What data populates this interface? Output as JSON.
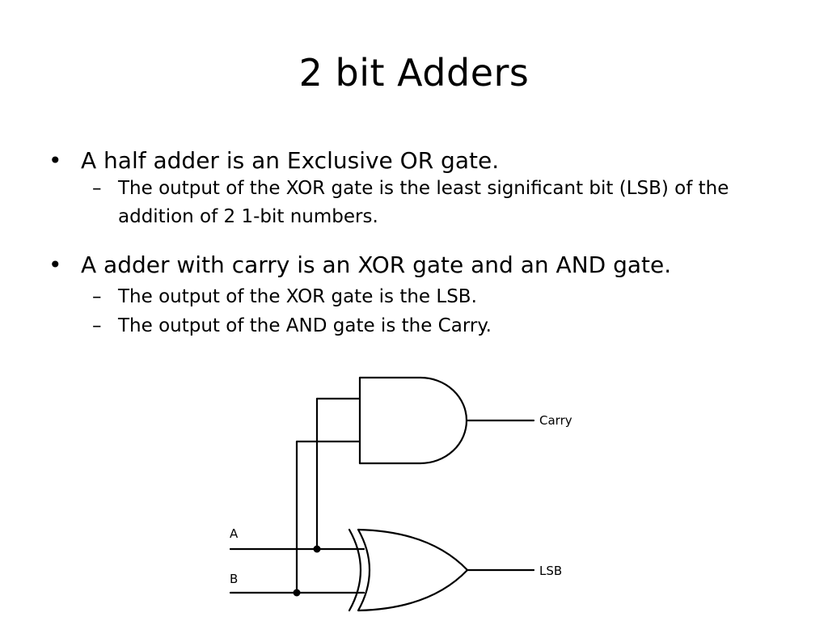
{
  "slide": {
    "title": "2 bit Adders",
    "bullet_mark": "•",
    "dash_mark": "–",
    "bullets": [
      {
        "text": "A half adder is an Exclusive OR gate.",
        "subs": [
          "The output of the XOR gate is the least significant bit (LSB) of the addition of 2 1-bit numbers."
        ]
      },
      {
        "text": "A adder with carry is an XOR gate and an AND gate.",
        "subs": [
          "The output of the XOR gate is the LSB.",
          "The output of the AND gate is the Carry."
        ]
      }
    ]
  },
  "circuit": {
    "input_a_label": "A",
    "input_b_label": "B",
    "and_output_label": "Carry",
    "xor_output_label": "LSB",
    "stroke_color": "#000000"
  }
}
